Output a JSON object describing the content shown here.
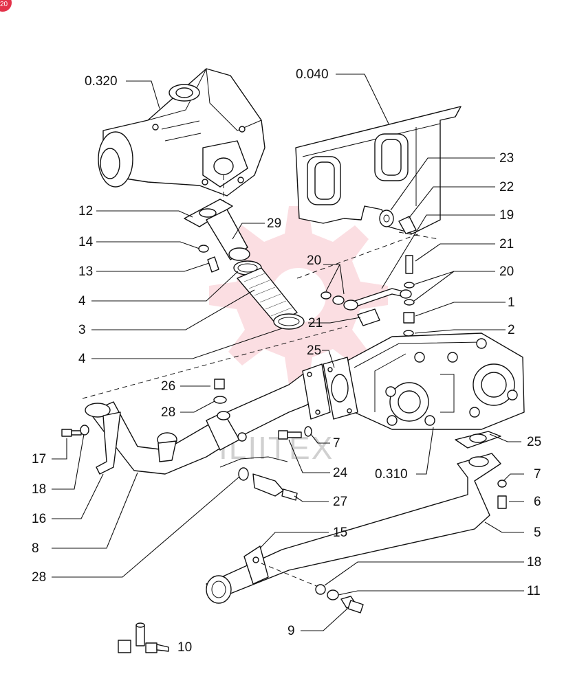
{
  "badge": "20",
  "watermark": "ILIITEX",
  "colors": {
    "line": "#111111",
    "watermark": "#e8324a",
    "badge": "#e3324a"
  },
  "labels": {
    "l0320": "0.320",
    "l0040": "0.040",
    "l0310": "0.310",
    "l23": "23",
    "l22": "22",
    "l19": "19",
    "l21a": "21",
    "l20a": "20",
    "l1": "1",
    "l2": "2",
    "l12": "12",
    "l29": "29",
    "l14": "14",
    "l13": "13",
    "l4a": "4",
    "l3": "3",
    "l4b": "4",
    "l20b": "20",
    "l21b": "21",
    "l25a": "25",
    "l26": "26",
    "l28a": "28",
    "l7a": "7",
    "l24": "24",
    "l25b": "25",
    "l17": "17",
    "l18a": "18",
    "l16": "16",
    "l8": "8",
    "l28b": "28",
    "l27": "27",
    "l7b": "7",
    "l6": "6",
    "l5": "5",
    "l15": "15",
    "l18b": "18",
    "l11": "11",
    "l9": "9",
    "l10": "10"
  }
}
